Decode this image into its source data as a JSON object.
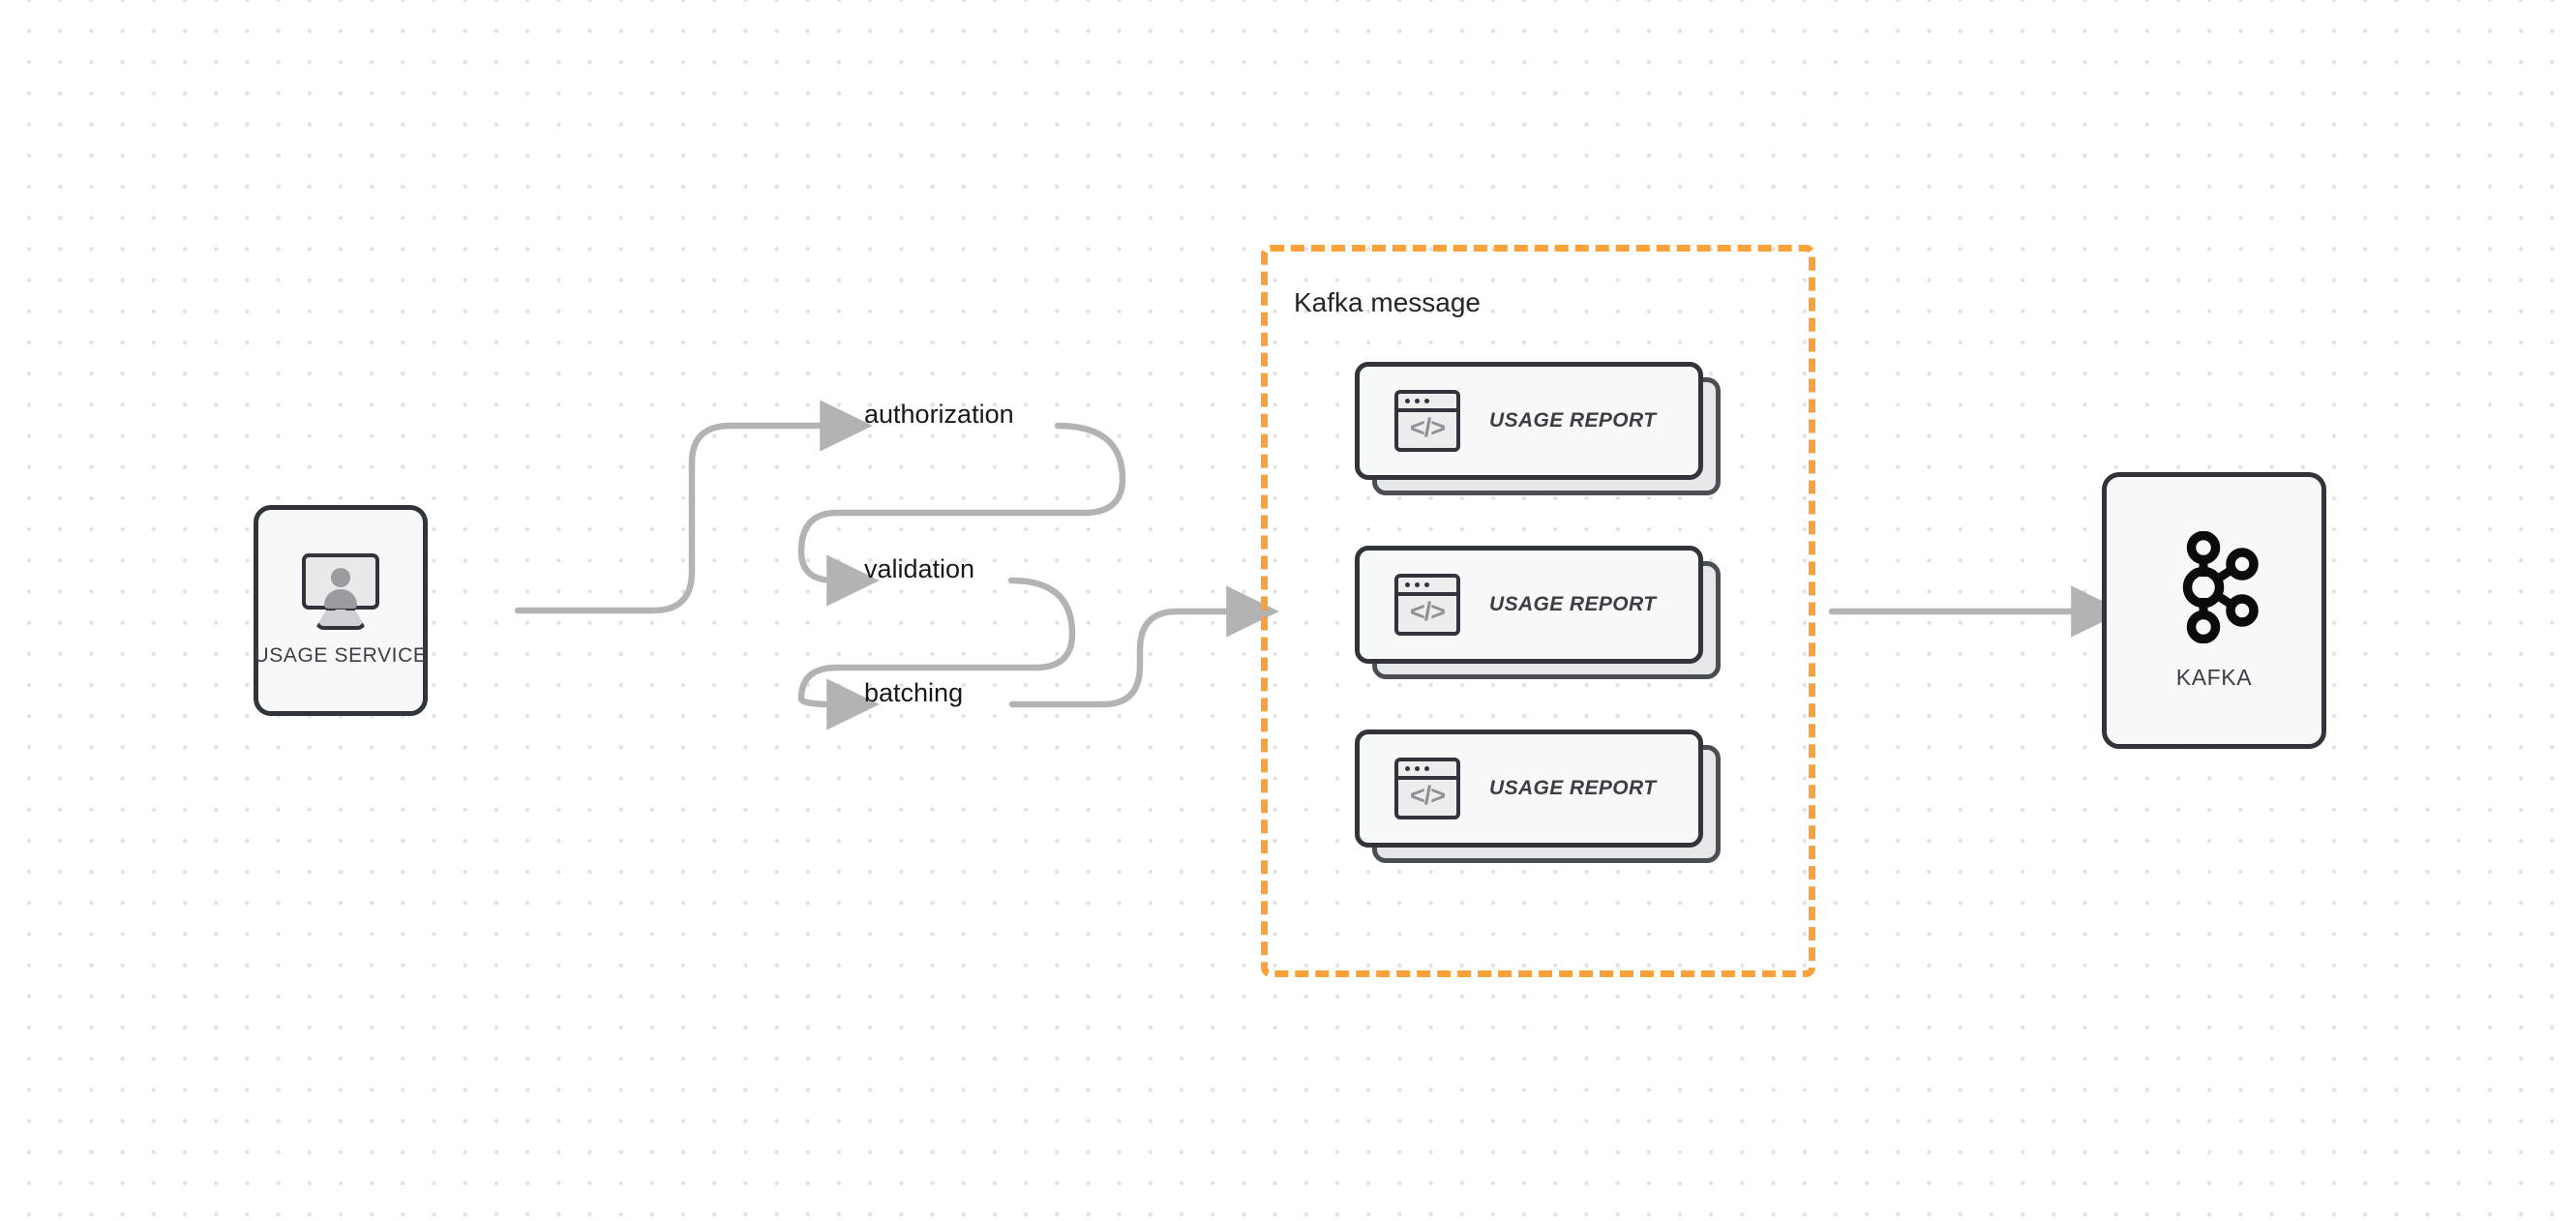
{
  "diagram": {
    "title": "Usage service to Kafka flow",
    "background": "#ffffff",
    "accent_color": "#f9a23b",
    "node_border_color": "#31353b",
    "connector_color": "#b3b3b3"
  },
  "nodes": {
    "usage_service": {
      "label": "USAGE SERVICE",
      "icon": "monitor-user-icon"
    },
    "kafka": {
      "label": "KAFKA",
      "icon": "kafka-logo-icon"
    }
  },
  "pipeline_steps": [
    {
      "label": "authorization"
    },
    {
      "label": "validation"
    },
    {
      "label": "batching"
    }
  ],
  "kafka_message_group": {
    "title": "Kafka message",
    "border_style": "dashed",
    "border_color": "#f9a23b",
    "cards": [
      {
        "label": "USAGE REPORT",
        "icon": "code-window-icon"
      },
      {
        "label": "USAGE REPORT",
        "icon": "code-window-icon"
      },
      {
        "label": "USAGE REPORT",
        "icon": "code-window-icon"
      }
    ]
  }
}
